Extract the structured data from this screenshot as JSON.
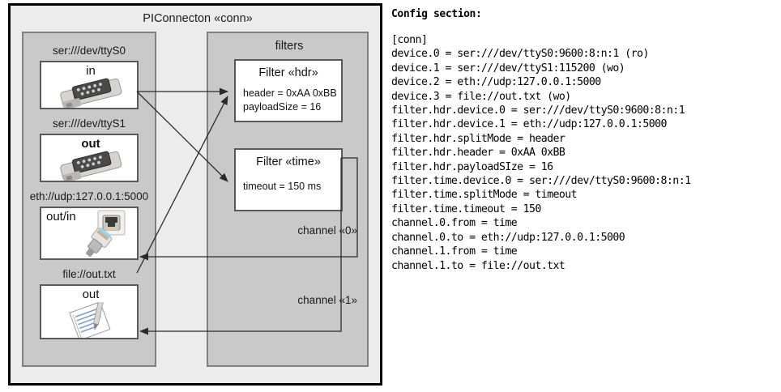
{
  "diagram": {
    "title": "PIConnecton «conn»",
    "devices_panel": {
      "name": "devices",
      "items": [
        {
          "label": "ser:///dev/ttyS0",
          "direction": "in",
          "icon": "serial-connector-icon"
        },
        {
          "label": "ser:///dev/ttyS1",
          "direction": "out",
          "icon": "serial-connector-icon"
        },
        {
          "label": "eth://udp:127.0.0.1:5000",
          "direction": "out/in",
          "icon": "ethernet-connector-icon"
        },
        {
          "label": "file://out.txt",
          "direction": "out",
          "icon": "text-document-icon"
        }
      ]
    },
    "filters_panel": {
      "title": "filters",
      "filters": [
        {
          "title": "Filter «hdr»",
          "attributes": [
            "header = 0xAA 0xBB",
            "payloadSize = 16"
          ]
        },
        {
          "title": "Filter «time»",
          "attributes": [
            "timeout = 150 ms"
          ]
        }
      ],
      "channels": [
        {
          "label": "channel «0»"
        },
        {
          "label": "channel «1»"
        }
      ]
    },
    "colors": {
      "canvas": "#ececec",
      "panel": "#c9c9c9",
      "panel_border": "#808080",
      "box": "#ffffff",
      "box_border": "#595959",
      "outline": "#000000",
      "wire": "#333333"
    }
  },
  "config": {
    "heading": "Config section:",
    "lines": "[conn]\ndevice.0 = ser:///dev/ttyS0:9600:8:n:1 (ro)\ndevice.1 = ser:///dev/ttyS1:115200 (wo)\ndevice.2 = eth://udp:127.0.0.1:5000\ndevice.3 = file://out.txt (wo)\nfilter.hdr.device.0 = ser:///dev/ttyS0:9600:8:n:1\nfilter.hdr.device.1 = eth://udp:127.0.0.1:5000\nfilter.hdr.splitMode = header\nfilter.hdr.header = 0xAA 0xBB\nfilter.hdr.payloadSIze = 16\nfilter.time.device.0 = ser:///dev/ttyS0:9600:8:n:1\nfilter.time.splitMode = timeout\nfilter.time.timeout = 150\nchannel.0.from = time\nchannel.0.to = eth://udp:127.0.0.1:5000\nchannel.1.from = time\nchannel.1.to = file://out.txt"
  }
}
